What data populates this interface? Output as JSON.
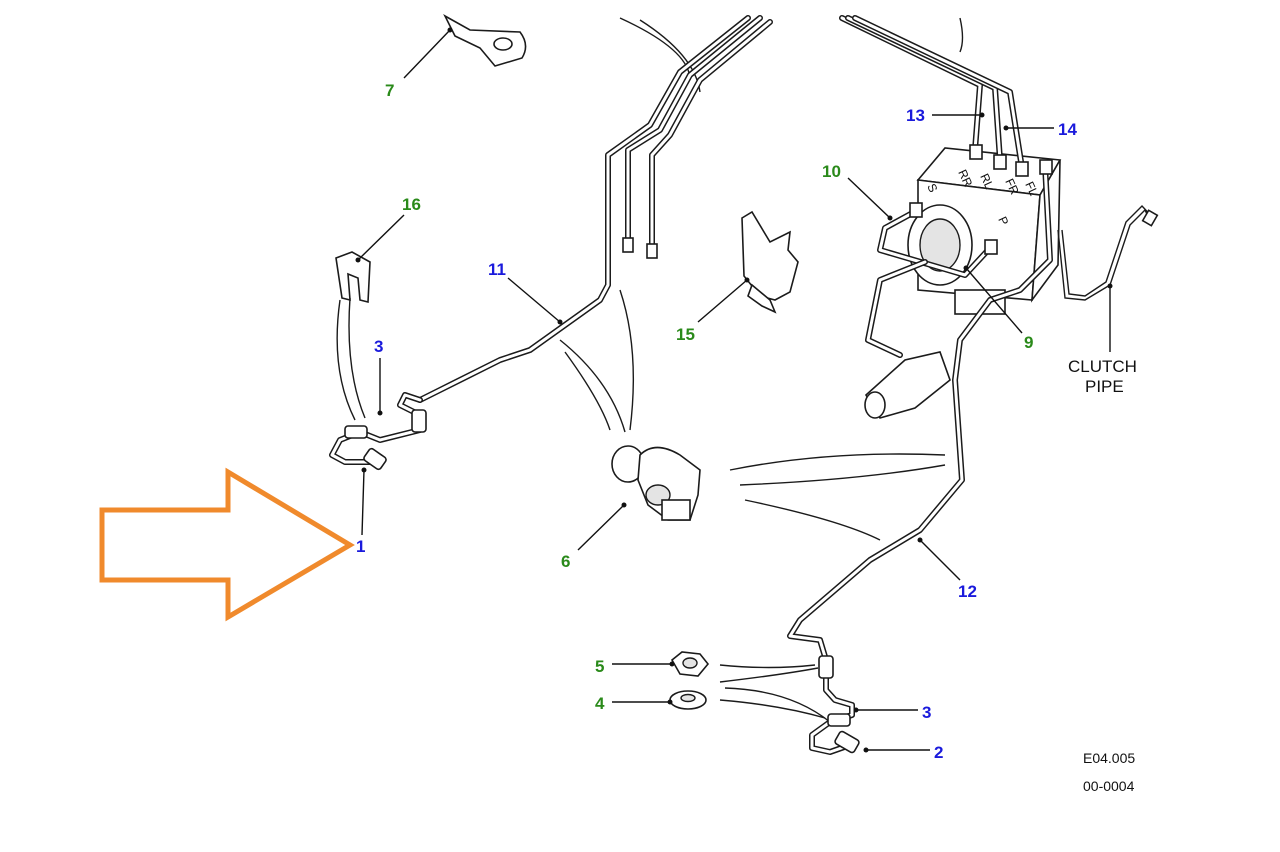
{
  "diagram": {
    "callouts": [
      {
        "id": "c7",
        "text": "7",
        "color": "#2a8a1a"
      },
      {
        "id": "c16",
        "text": "16",
        "color": "#2a8a1a"
      },
      {
        "id": "c11",
        "text": "11",
        "color": "#1a1adc"
      },
      {
        "id": "c3a",
        "text": "3",
        "color": "#1a1adc"
      },
      {
        "id": "c1",
        "text": "1",
        "color": "#1a1adc"
      },
      {
        "id": "c15",
        "text": "15",
        "color": "#2a8a1a"
      },
      {
        "id": "c6",
        "text": "6",
        "color": "#2a8a1a"
      },
      {
        "id": "c13",
        "text": "13",
        "color": "#1a1adc"
      },
      {
        "id": "c14",
        "text": "14",
        "color": "#1a1adc"
      },
      {
        "id": "c10",
        "text": "10",
        "color": "#2a8a1a"
      },
      {
        "id": "c9",
        "text": "9",
        "color": "#2a8a1a"
      },
      {
        "id": "c12",
        "text": "12",
        "color": "#1a1adc"
      },
      {
        "id": "c5",
        "text": "5",
        "color": "#2a8a1a"
      },
      {
        "id": "c4",
        "text": "4",
        "color": "#2a8a1a"
      },
      {
        "id": "c3b",
        "text": "3",
        "color": "#1a1adc"
      },
      {
        "id": "c2",
        "text": "2",
        "color": "#1a1adc"
      }
    ],
    "port_labels": [
      "RR",
      "RL",
      "FR",
      "FL",
      "S",
      "P"
    ],
    "clutch_pipe": [
      "CLUTCH",
      "PIPE"
    ],
    "reference": "E04.005",
    "reference_partial": "00-0004",
    "highlight_color": "#f08a2c"
  }
}
